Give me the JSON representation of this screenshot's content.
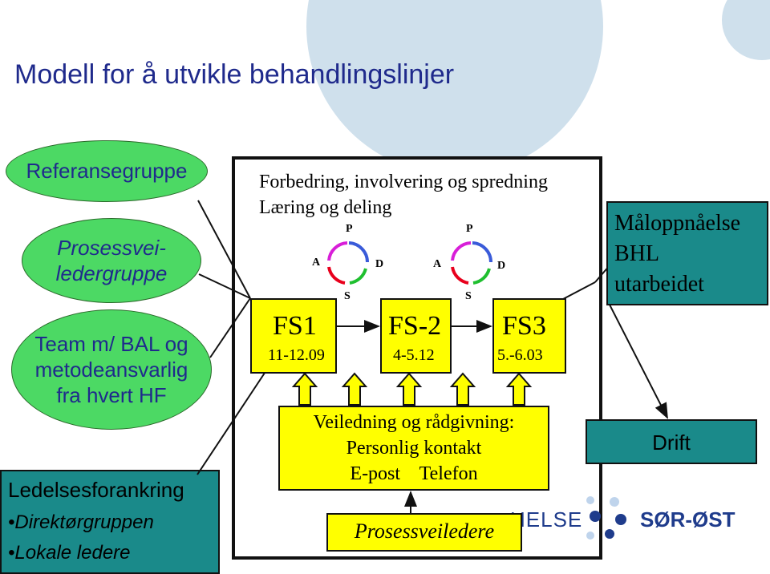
{
  "title": "Modell for å utvikle behandlingslinjer",
  "left_column": {
    "referansegruppe": "Referansegruppe",
    "prosessveiledergruppe_line1": "Prosessvei-",
    "prosessveiledergruppe_line2": "ledergruppe",
    "team_line1": "Team m/ BAL og",
    "team_line2": "metodeansvarlig",
    "team_line3": "fra hvert HF",
    "ledelse_title": "Ledelsesforankring",
    "ledelse_item1": "•Direktørgruppen",
    "ledelse_item2": "•Lokale ledere"
  },
  "panel": {
    "line1": "Forbedring, involvering og spredning",
    "line2": "Læring og deling",
    "pdsa1": {
      "p": "P",
      "a": "A",
      "d": "D",
      "s": "S"
    },
    "pdsa2": {
      "p": "P",
      "a": "A",
      "d": "D",
      "s": "S"
    },
    "fs1_label": "FS1",
    "fs1_date": "11-12.09",
    "fs2_label": "FS-2",
    "fs2_date": "4-5.12",
    "fs3_label": "FS3",
    "fs3_date": "5.-6.03",
    "veiledning_line1": "Veiledning og rådgivning:",
    "veiledning_line2": "Personlig kontakt",
    "veiledning_line3": "E-post    Telefon",
    "prosessveiledere": "Prosessveiledere"
  },
  "right_column": {
    "maloppnaelse_line1": "Måloppnåelse",
    "maloppnaelse_line2": "BHL",
    "maloppnaelse_line3": "utarbeidet",
    "drift": "Drift"
  },
  "logo": {
    "helse": "HELSE",
    "sor_ost": "SØR-ØST"
  },
  "colors": {
    "title_blue": "#1f2a8c",
    "ellipse_green": "#4cd964",
    "box_teal": "#1a8a8a",
    "box_yellow": "#ffff00",
    "cycle_red": "#e8001c",
    "cycle_blue": "#3a5bd9",
    "cycle_green": "#1fbf2f",
    "cycle_magenta": "#d81ed8",
    "logo_blue": "#1f3c8c"
  }
}
